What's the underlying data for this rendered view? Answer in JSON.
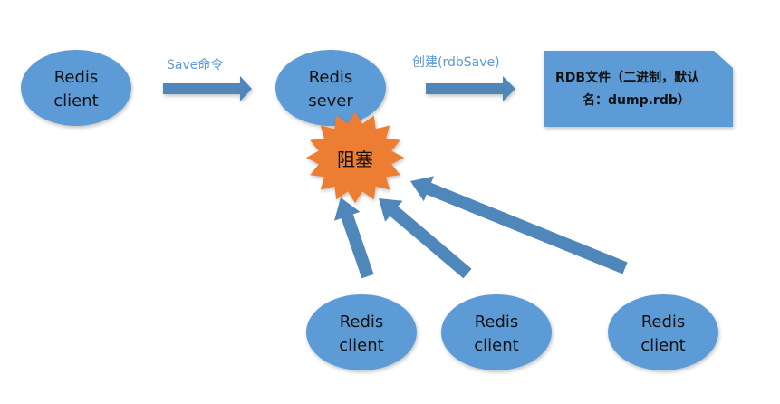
{
  "colors": {
    "node_fill": "#5b9bd5",
    "arrow_fill": "#4f87bb",
    "star_fill": "#ed7d31",
    "file_fill": "#5b9bd5",
    "label_color": "#5b9bd5"
  },
  "nodes": {
    "client_main": {
      "line1": "Redis",
      "line2": "client"
    },
    "server": {
      "line1": "Redis",
      "line2": "sever"
    },
    "client_1": {
      "line1": "Redis",
      "line2": "client"
    },
    "client_2": {
      "line1": "Redis",
      "line2": "client"
    },
    "client_3": {
      "line1": "Redis",
      "line2": "client"
    }
  },
  "edges": {
    "save_label": "Save命令",
    "create_label": "创建(rdbSave)"
  },
  "file": {
    "line1": "RDB文件（二进制，默认",
    "line2": "名：dump.rdb）"
  },
  "blocked": {
    "label": "阻塞"
  }
}
